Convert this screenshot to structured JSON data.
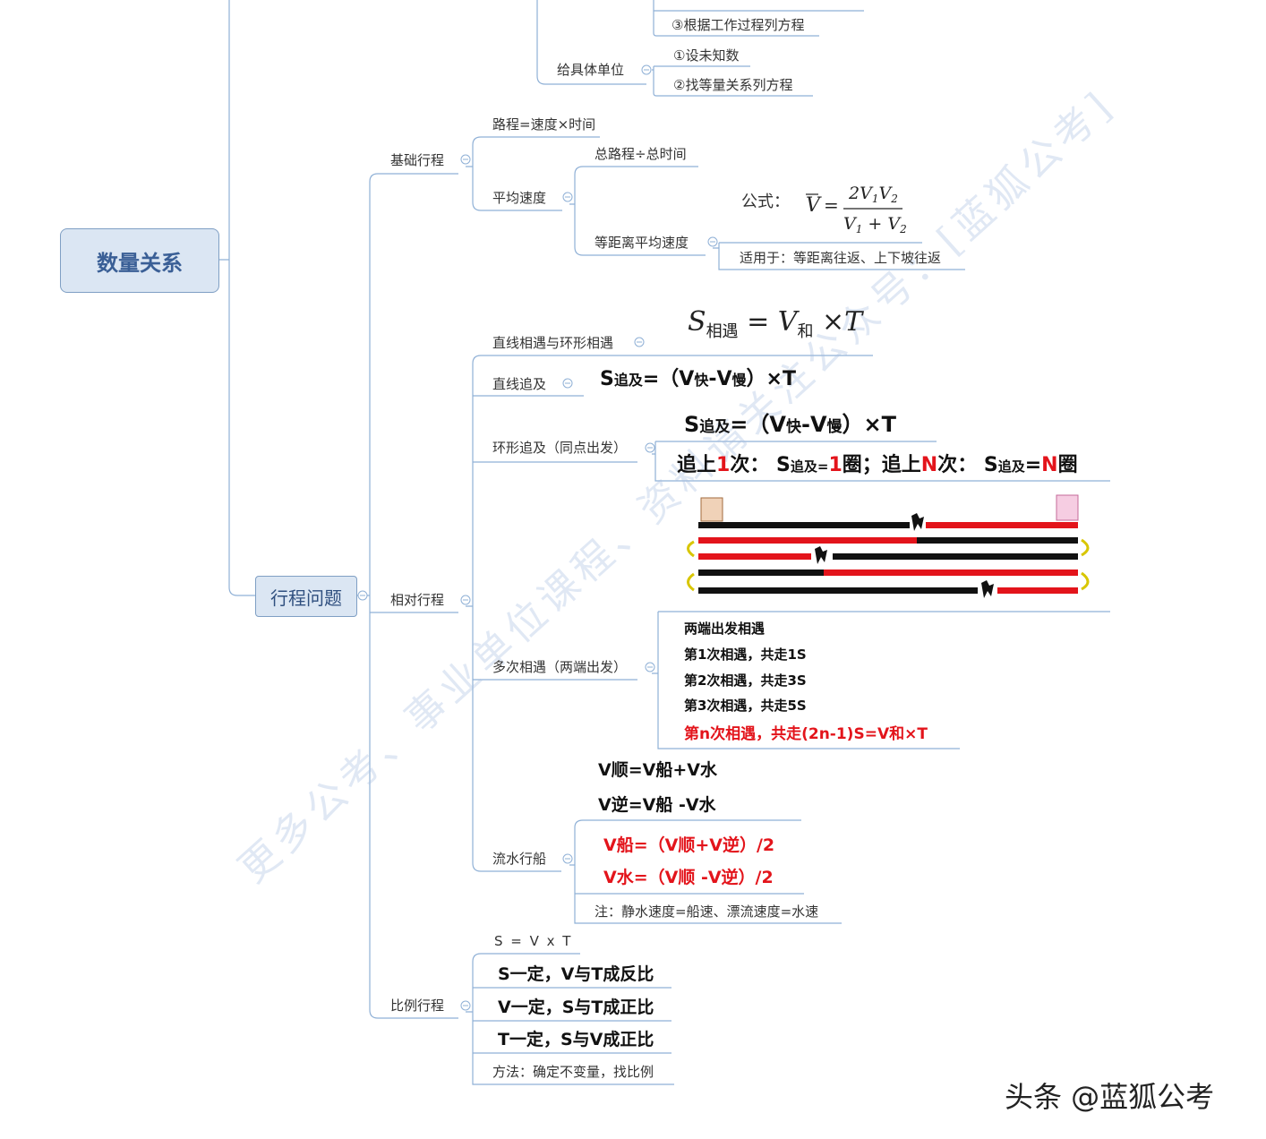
{
  "root": "数量关系",
  "top_items": {
    "step3": "③根据工作过程列方程",
    "given_unit": "给具体单位",
    "g1": "①设未知数",
    "g2": "②找等量关系列方程"
  },
  "travel": "行程问题",
  "basic": {
    "label": "基础行程",
    "distance": "路程=速度×时间",
    "avg": "平均速度",
    "avg_total": "总路程÷总时间",
    "equal_dist": "等距离平均速度",
    "formula_prefix": "公式：",
    "applies": "适用于：等距离往返、上下坡往返"
  },
  "relative": {
    "label": "相对行程",
    "meet": "直线相遇与环形相遇",
    "meet_sub": "相遇",
    "meet_he": "和",
    "chase": "直线追及",
    "chase_formula": {
      "s": "S",
      "sub1": "追及",
      "eq": "=（V",
      "fast": "快",
      "minus": "-V",
      "slow": "慢",
      "end": "）×T"
    },
    "ring": "环形追及（同点出发）",
    "ring_line2": {
      "a": "追上",
      "n1": "1",
      "b": "次： S",
      "sub": "追及",
      "c": "=",
      "n2": "1",
      "d": "圈；追上",
      "n3": "N",
      "e": "次： S",
      "sub2": "追及",
      "f": "=",
      "n4": "N",
      "g": "圈"
    },
    "multi": "多次相遇（两端出发）",
    "multi_lines": [
      "两端出发相遇",
      "第1次相遇，共走1S",
      "第2次相遇，共走3S",
      "第3次相遇，共走5S"
    ],
    "multi_red": "第n次相遇，共走(2n-1)S=V和×T",
    "stream": "流水行船",
    "stream_lines": [
      "V顺=V船+V水",
      "V逆=V船 -V水"
    ],
    "stream_red": [
      "V船=（V顺+V逆）/2",
      "V水=（V顺 -V逆）/2"
    ],
    "stream_note": "注：静水速度=船速、漂流速度=水速"
  },
  "ratio": {
    "label": "比例行程",
    "svt": "S = V x T",
    "lines": [
      "S一定，V与T成反比",
      "V一定，S与T成正比",
      "T一定，S与V成正比"
    ],
    "method": "方法：确定不变量，找比例"
  },
  "watermark": "更多公考、事业单位课程、资料请关注公众号：[蓝狐公考]",
  "brand": "头条 @蓝狐公考",
  "colors": {
    "line": "#8fb0d6",
    "red": "#e3141b",
    "node_fill": "#dbe6f3"
  }
}
